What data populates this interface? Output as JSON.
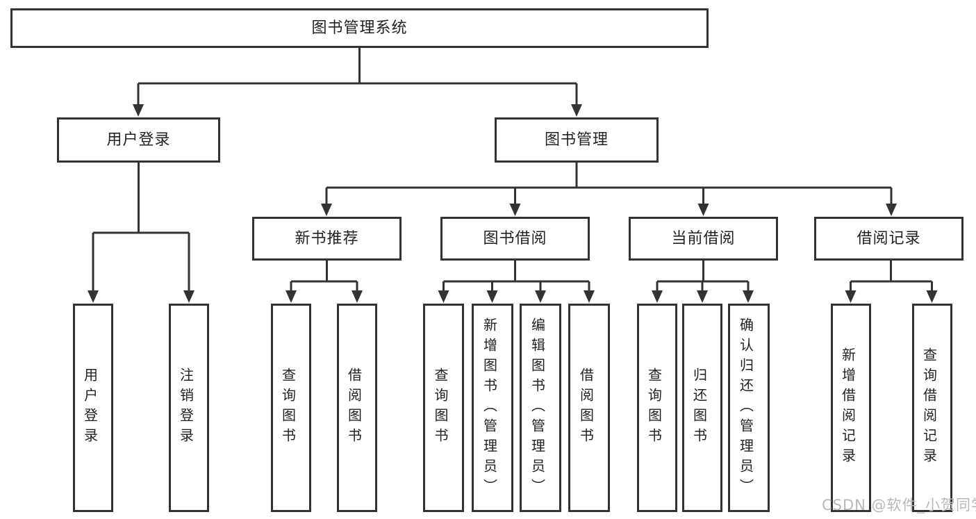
{
  "colors": {
    "line": "#333333",
    "box_border": "#333333",
    "text": "#222222",
    "watermark": "#b9b9b9",
    "background": "#ffffff"
  },
  "tree": {
    "root": "图书管理系统",
    "children": [
      {
        "label": "用户登录",
        "children": [
          {
            "label": "用户登录"
          },
          {
            "label": "注销登录"
          }
        ]
      },
      {
        "label": "图书管理",
        "children": [
          {
            "label": "新书推荐",
            "children": [
              {
                "label": "查询图书"
              },
              {
                "label": "借阅图书"
              }
            ]
          },
          {
            "label": "图书借阅",
            "children": [
              {
                "label": "查询图书"
              },
              {
                "label": "新增图书（管理员）"
              },
              {
                "label": "编辑图书（管理员）"
              },
              {
                "label": "借阅图书"
              }
            ]
          },
          {
            "label": "当前借阅",
            "children": [
              {
                "label": "查询图书"
              },
              {
                "label": "归还图书"
              },
              {
                "label": "确认归还（管理员）"
              }
            ]
          },
          {
            "label": "借阅记录",
            "children": [
              {
                "label": "新增借阅记录"
              },
              {
                "label": "查询借阅记录"
              }
            ]
          }
        ]
      }
    ]
  },
  "watermark": {
    "text": "CSDN @软件_小贺同学"
  }
}
